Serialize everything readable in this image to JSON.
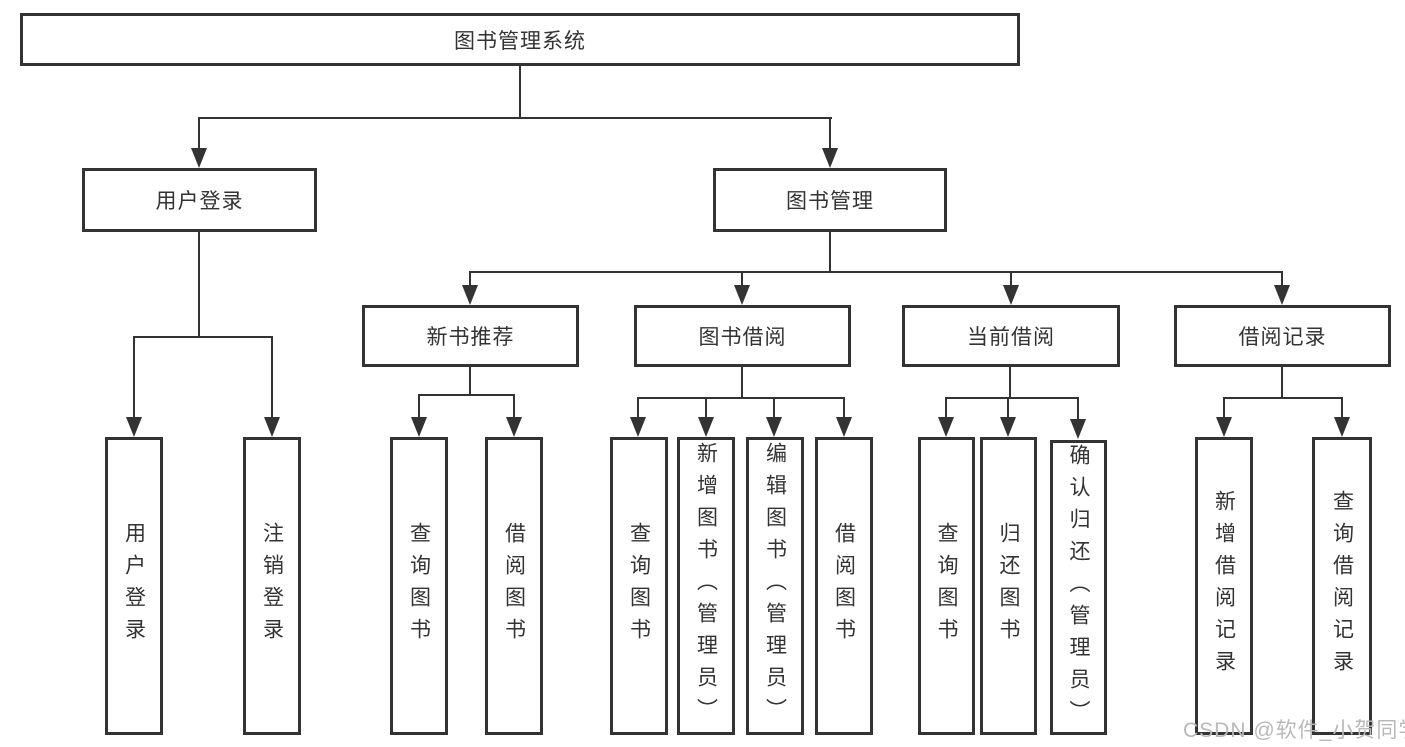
{
  "tree": {
    "root": "图书管理系统",
    "login": {
      "label": "用户登录",
      "children": [
        "用户登录",
        "注销登录"
      ]
    },
    "mgmt": {
      "label": "图书管理",
      "groups": [
        {
          "label": "新书推荐",
          "children": [
            "查询图书",
            "借阅图书"
          ]
        },
        {
          "label": "图书借阅",
          "children": [
            "查询图书",
            "新增图书（管理员）",
            "编辑图书（管理员）",
            "借阅图书"
          ]
        },
        {
          "label": "当前借阅",
          "children": [
            "查询图书",
            "归还图书",
            "确认归还（管理员）"
          ]
        },
        {
          "label": "借阅记录",
          "children": [
            "新增借阅记录",
            "查询借阅记录"
          ]
        }
      ]
    }
  },
  "watermark": {
    "text": "CSDN @软件_小贺同学"
  },
  "colors": {
    "line": "#333333",
    "node_border": "#333333",
    "node_text": "#333333",
    "background": "#ffffff",
    "watermark": "#b9b9b9"
  }
}
